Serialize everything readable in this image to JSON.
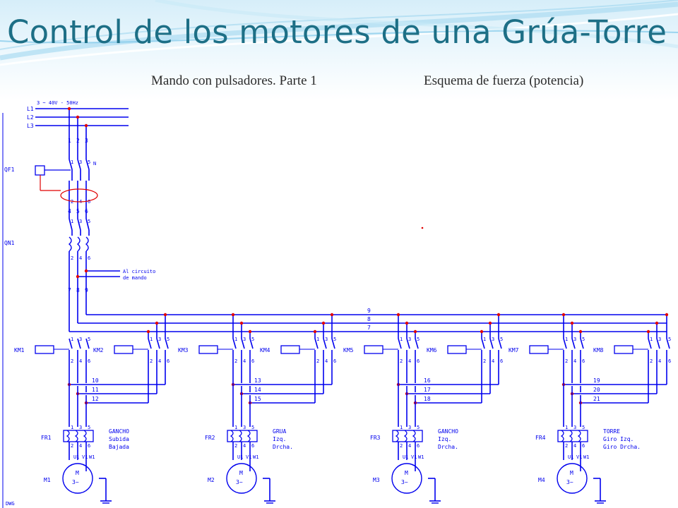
{
  "slide": {
    "title": "Control de los motores de una Grúa-Torre",
    "subtitle_left": "Mando con pulsadores. Parte 1",
    "subtitle_right": "Esquema de fuerza (potencia)"
  },
  "schematic": {
    "supply_label": "3 ~ 40V - 50Hz",
    "phases": [
      "L1",
      "L2",
      "L3"
    ],
    "components": {
      "main_breaker": "QF1",
      "main_contactor": "QN1",
      "control_circuit_note": [
        "Al circuito",
        "de mando"
      ],
      "contactors": [
        "KM1",
        "KM2",
        "KM3",
        "KM4",
        "KM5",
        "KM6",
        "KM7",
        "KM8"
      ],
      "thermal_relays": [
        "FR1",
        "FR2",
        "FR3",
        "FR4"
      ],
      "motors": [
        "M1",
        "M2",
        "M3",
        "M4"
      ]
    },
    "wire_numbers": {
      "input": [
        "1",
        "2",
        "3"
      ],
      "after_breaker": [
        "4",
        "5",
        "6"
      ],
      "after_main": [
        "7",
        "8",
        "9"
      ],
      "bus": [
        "9",
        "8",
        "7"
      ],
      "motor_groups": [
        [
          "10",
          "11",
          "12"
        ],
        [
          "13",
          "14",
          "15"
        ],
        [
          "16",
          "17",
          "18"
        ],
        [
          "19",
          "20",
          "21"
        ]
      ]
    },
    "motor_descriptions": [
      [
        "GANCHO",
        "Subida",
        "Bajada"
      ],
      [
        "GRUA",
        "Izq.",
        "Drcha."
      ],
      [
        "GANCHO",
        "Izq.",
        "Drcha."
      ],
      [
        "TORRE",
        "Giro Izq.",
        "Giro Drcha."
      ]
    ],
    "motor_text": {
      "letter": "M",
      "type": "3~",
      "terminals": [
        "U1",
        "V1",
        "W1"
      ]
    },
    "footer_code": "DWG",
    "colors": {
      "wiring": "#0000ee",
      "junction": "#e00000",
      "highlight": "#e00000"
    }
  }
}
